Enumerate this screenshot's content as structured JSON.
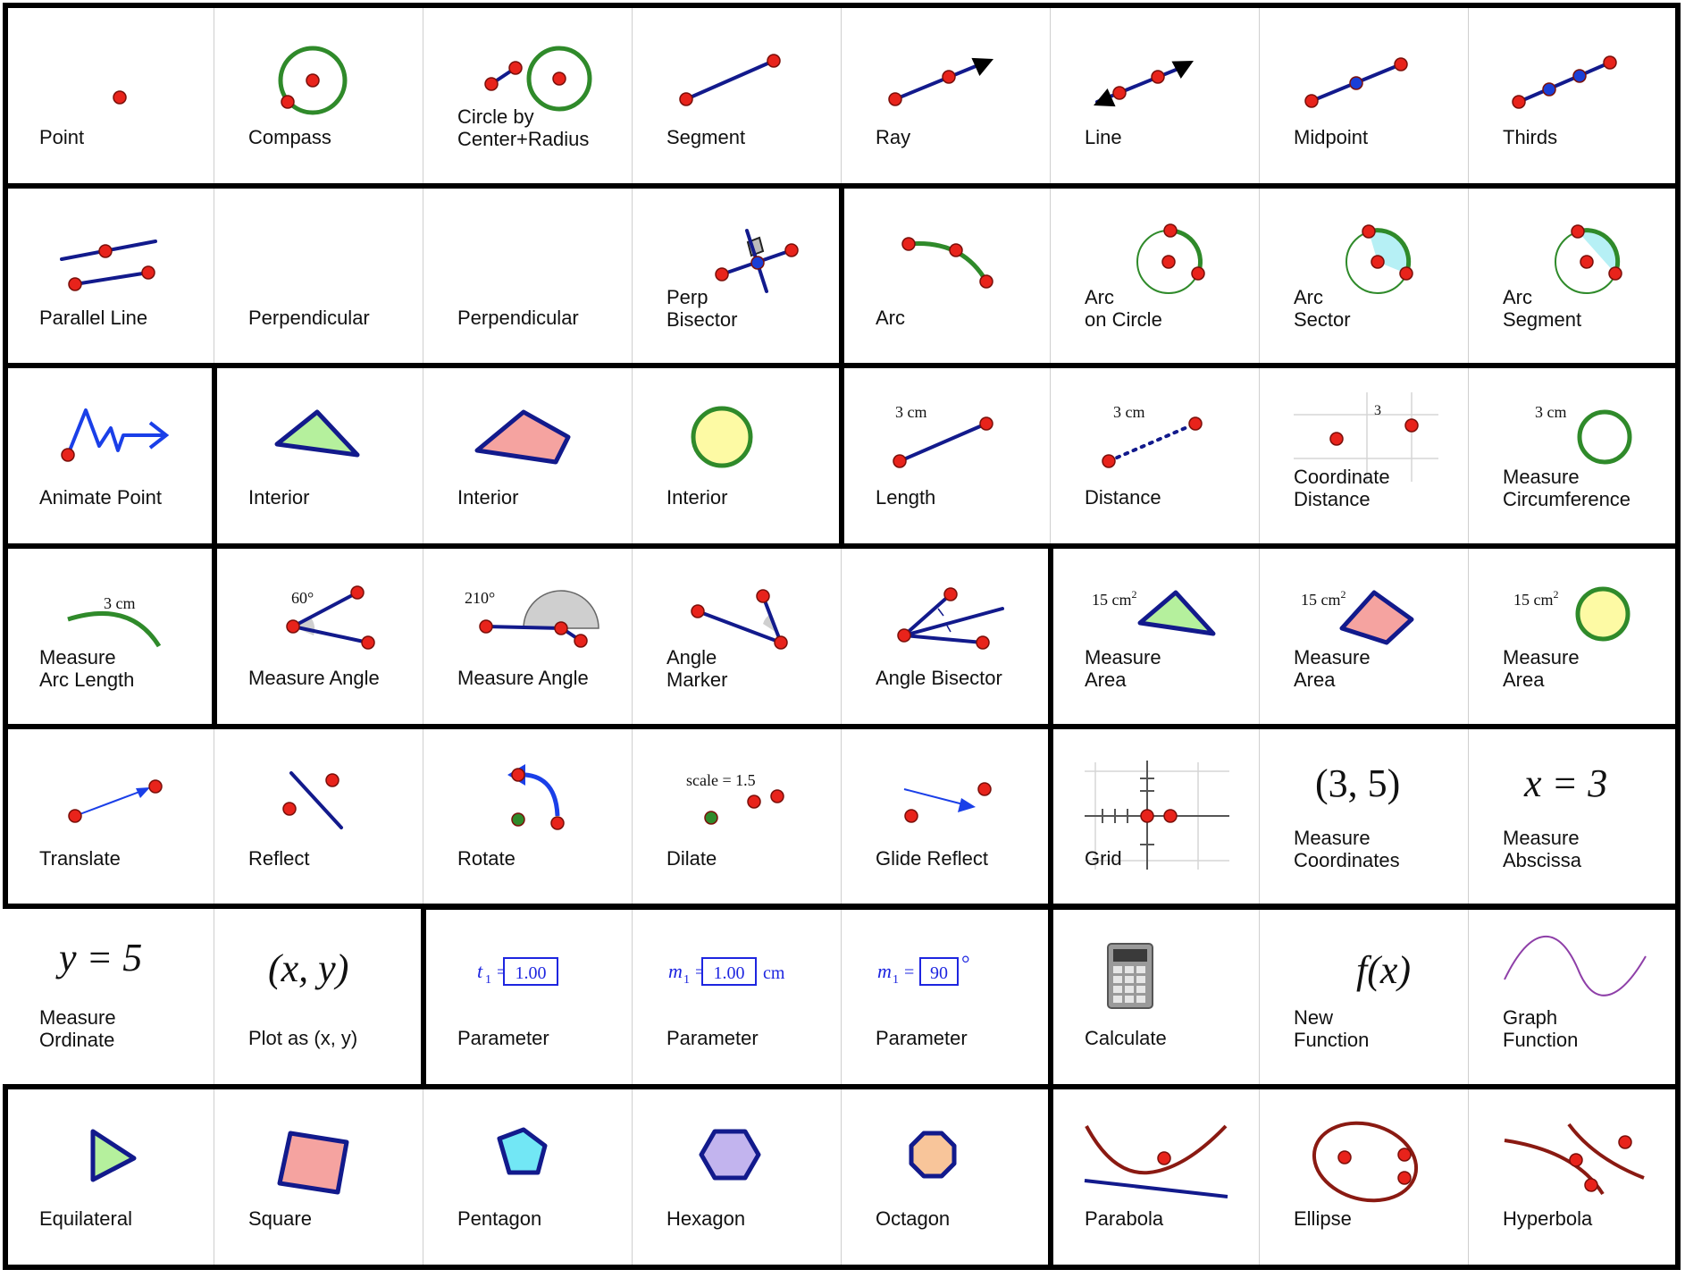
{
  "colors": {
    "point": "#e8231b",
    "blue_point": "#1a3fd6",
    "segment": "#121a8c",
    "circle": "#2f8a2a",
    "param": "#1d25e0",
    "curve": "#8a1a12"
  },
  "rows": [
    [
      {
        "id": "point",
        "label": "Point",
        "icon": "point-icon"
      },
      {
        "id": "compass",
        "label": "Compass",
        "icon": "compass-icon"
      },
      {
        "id": "circle-center-radius",
        "label": "Circle by\nCenter+Radius",
        "icon": "circle-center-radius-icon"
      },
      {
        "id": "segment",
        "label": "Segment",
        "icon": "segment-icon"
      },
      {
        "id": "ray",
        "label": "Ray",
        "icon": "ray-icon"
      },
      {
        "id": "line",
        "label": "Line",
        "icon": "line-icon"
      },
      {
        "id": "midpoint",
        "label": "Midpoint",
        "icon": "midpoint-icon"
      },
      {
        "id": "thirds",
        "label": "Thirds",
        "icon": "thirds-icon"
      }
    ],
    [
      {
        "id": "parallel-line",
        "label": "Parallel Line",
        "icon": "parallel-line-icon"
      },
      {
        "id": "perpendicular-1",
        "label": "Perpendicular",
        "icon": "perpendicular-icon"
      },
      {
        "id": "perpendicular-2",
        "label": "Perpendicular",
        "icon": "perpendicular-through-icon"
      },
      {
        "id": "perp-bisector",
        "label": "Perp\nBisector",
        "icon": "perp-bisector-icon"
      },
      {
        "id": "arc",
        "label": "Arc",
        "icon": "arc-icon"
      },
      {
        "id": "arc-on-circle",
        "label": "Arc\non Circle",
        "icon": "arc-on-circle-icon"
      },
      {
        "id": "arc-sector",
        "label": "Arc\nSector",
        "icon": "arc-sector-icon"
      },
      {
        "id": "arc-segment",
        "label": "Arc\nSegment",
        "icon": "arc-segment-icon"
      }
    ],
    [
      {
        "id": "animate-point",
        "label": "Animate Point",
        "icon": "animate-point-icon"
      },
      {
        "id": "interior-triangle",
        "label": "Interior",
        "icon": "triangle-interior-icon"
      },
      {
        "id": "interior-polygon",
        "label": "Interior",
        "icon": "polygon-interior-icon"
      },
      {
        "id": "interior-circle",
        "label": "Interior",
        "icon": "circle-interior-icon"
      },
      {
        "id": "length",
        "label": "Length",
        "icon": "length-icon",
        "tag": "3 cm"
      },
      {
        "id": "distance",
        "label": "Distance",
        "icon": "distance-icon",
        "tag": "3 cm"
      },
      {
        "id": "coordinate-distance",
        "label": "Coordinate\nDistance",
        "icon": "coordinate-distance-icon",
        "tag": "3"
      },
      {
        "id": "measure-circumference",
        "label": "Measure\nCircumference",
        "icon": "circumference-icon",
        "tag": "3 cm"
      }
    ],
    [
      {
        "id": "measure-arc-length",
        "label": "Measure\nArc Length",
        "icon": "arc-length-icon",
        "tag": "3 cm"
      },
      {
        "id": "measure-angle-60",
        "label": "Measure Angle",
        "icon": "measure-angle-icon",
        "tag": "60°"
      },
      {
        "id": "measure-angle-210",
        "label": "Measure Angle",
        "icon": "measure-reflex-angle-icon",
        "tag": "210°"
      },
      {
        "id": "angle-marker",
        "label": "Angle\nMarker",
        "icon": "angle-marker-icon"
      },
      {
        "id": "angle-bisector",
        "label": "Angle Bisector",
        "icon": "angle-bisector-icon"
      },
      {
        "id": "measure-area-triangle",
        "label": "Measure\nArea",
        "icon": "area-triangle-icon",
        "tag": "15 cm",
        "sup": "2"
      },
      {
        "id": "measure-area-polygon",
        "label": "Measure\nArea",
        "icon": "area-polygon-icon",
        "tag": "15 cm",
        "sup": "2"
      },
      {
        "id": "measure-area-circle",
        "label": "Measure\nArea",
        "icon": "area-circle-icon",
        "tag": "15 cm",
        "sup": "2"
      }
    ],
    [
      {
        "id": "translate",
        "label": "Translate",
        "icon": "translate-icon"
      },
      {
        "id": "reflect",
        "label": "Reflect",
        "icon": "reflect-icon"
      },
      {
        "id": "rotate",
        "label": "Rotate",
        "icon": "rotate-icon"
      },
      {
        "id": "dilate",
        "label": "Dilate",
        "icon": "dilate-icon",
        "tag": "scale = 1.5"
      },
      {
        "id": "glide-reflect",
        "label": "Glide Reflect",
        "icon": "glide-reflect-icon"
      },
      {
        "id": "grid",
        "label": "Grid",
        "icon": "grid-icon"
      },
      {
        "id": "measure-coordinates",
        "label": "Measure\nCoordinates",
        "icon": "coordinates-icon",
        "tag": "(3, 5)"
      },
      {
        "id": "measure-abscissa",
        "label": "Measure\nAbscissa",
        "icon": "abscissa-icon",
        "tag": "x = 3"
      }
    ],
    [
      {
        "id": "measure-ordinate",
        "label": "Measure\nOrdinate",
        "icon": "ordinate-icon",
        "tag": "y = 5"
      },
      {
        "id": "plot-xy",
        "label": "Plot as (x, y)",
        "icon": "plot-xy-icon",
        "tag": "(x, y)"
      },
      {
        "id": "parameter-t",
        "label": "Parameter",
        "icon": "parameter-icon",
        "tag": "t",
        "sub": "1",
        "value": "1.00",
        "unit": ""
      },
      {
        "id": "parameter-cm",
        "label": "Parameter",
        "icon": "parameter-cm-icon",
        "tag": "m",
        "sub": "1",
        "value": "1.00",
        "unit": "cm"
      },
      {
        "id": "parameter-deg",
        "label": "Parameter",
        "icon": "parameter-degree-icon",
        "tag": "m",
        "sub": "1",
        "value": "90",
        "unit": "°"
      },
      {
        "id": "calculate",
        "label": "Calculate",
        "icon": "calculator-icon"
      },
      {
        "id": "new-function",
        "label": "New\nFunction",
        "icon": "function-icon",
        "tag": "f(x)"
      },
      {
        "id": "graph-function",
        "label": "Graph\nFunction",
        "icon": "graph-function-icon"
      }
    ],
    [
      {
        "id": "equilateral",
        "label": "Equilateral",
        "icon": "equilateral-icon"
      },
      {
        "id": "square",
        "label": "Square",
        "icon": "square-icon"
      },
      {
        "id": "pentagon",
        "label": "Pentagon",
        "icon": "pentagon-icon"
      },
      {
        "id": "hexagon",
        "label": "Hexagon",
        "icon": "hexagon-icon"
      },
      {
        "id": "octagon",
        "label": "Octagon",
        "icon": "octagon-icon"
      },
      {
        "id": "parabola",
        "label": "Parabola",
        "icon": "parabola-icon"
      },
      {
        "id": "ellipse",
        "label": "Ellipse",
        "icon": "ellipse-icon"
      },
      {
        "id": "hyperbola",
        "label": "Hyperbola",
        "icon": "hyperbola-icon"
      }
    ]
  ]
}
